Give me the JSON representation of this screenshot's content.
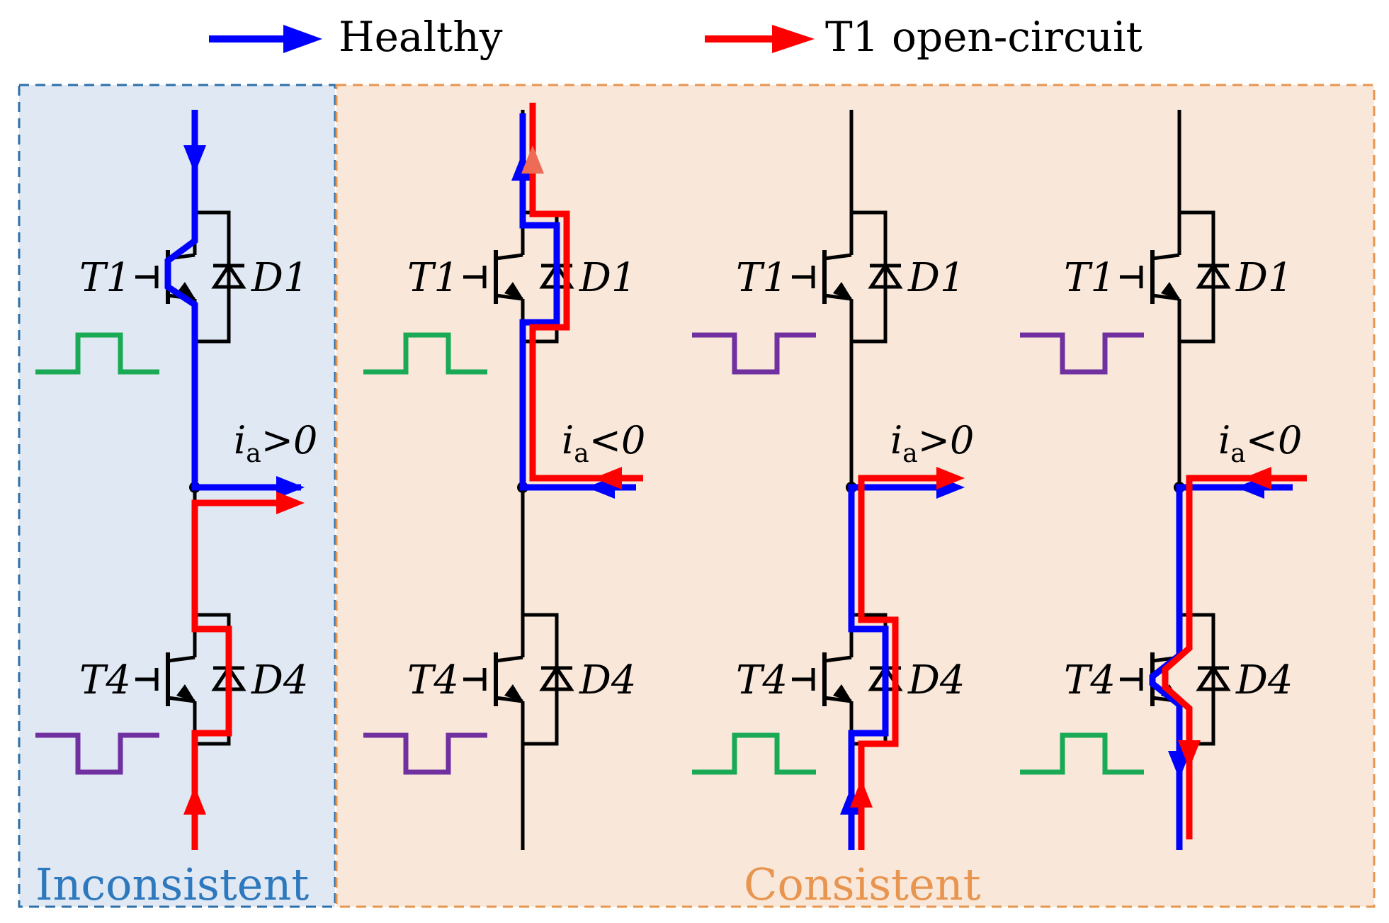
{
  "legend": {
    "healthy": "Healthy",
    "fault": "T1 open-circuit"
  },
  "regions": {
    "inconsistent": "Inconsistent",
    "consistent": "Consistent"
  },
  "labels": {
    "t1": "T1",
    "d1": "D1",
    "t4": "T4",
    "d4": "D4"
  },
  "current_symbol": "i",
  "current_subscript": "a",
  "panels": [
    {
      "condition": ">0",
      "t1_gate": "pulse-high",
      "t4_gate": "pulse-low"
    },
    {
      "condition": "<0",
      "t1_gate": "pulse-high",
      "t4_gate": "pulse-low"
    },
    {
      "condition": ">0",
      "t1_gate": "pulse-low",
      "t4_gate": "pulse-high"
    },
    {
      "condition": "<0",
      "t1_gate": "pulse-low",
      "t4_gate": "pulse-high"
    }
  ],
  "colors": {
    "healthy": "#0000ff",
    "fault": "#ff0000",
    "inconsistent_fill": "#dfe8f3",
    "inconsistent_border": "#2e6fa8",
    "inconsistent_text": "#2e78bd",
    "consistent_fill": "#f9e7d9",
    "consistent_border": "#e8954f",
    "consistent_text": "#e8954f",
    "gate_high": "#1aaa55",
    "gate_low": "#7030a0"
  }
}
